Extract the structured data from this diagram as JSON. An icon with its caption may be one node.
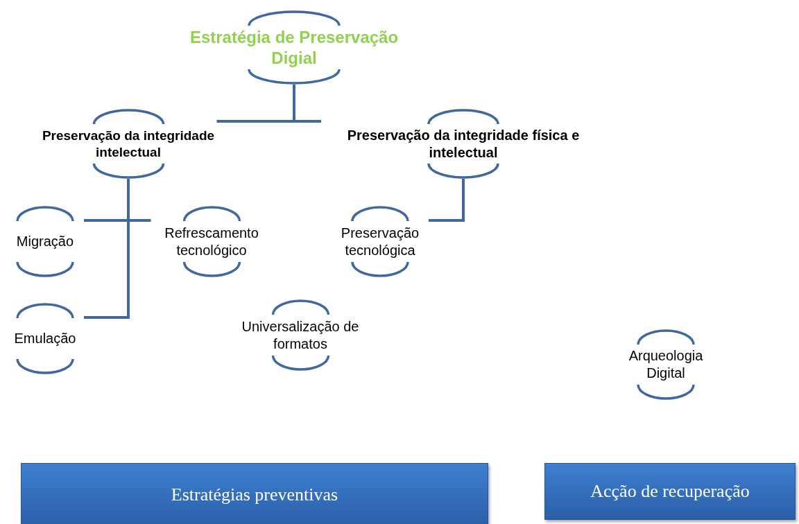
{
  "diagram": {
    "nodes": [
      {
        "text": [
          "Estratégia de Preservação Digial"
        ]
      },
      {
        "text": [
          "Preservação da integridade intelectual"
        ]
      },
      {
        "text": [
          "Preservação da integridade física e intelectual"
        ]
      },
      {
        "text": [
          "Migração"
        ]
      },
      {
        "text": [
          "Refrescamento tecnológico"
        ]
      },
      {
        "text": [
          "Preservação tecnológica"
        ]
      },
      {
        "text": [
          "Emulação"
        ]
      },
      {
        "text": [
          "Universalização de formatos"
        ]
      },
      {
        "text": [
          "Arqueologia Digital"
        ]
      },
      {
        "text": [
          "Estratégias preventivas"
        ]
      },
      {
        "text": [
          "Acção de recuperação"
        ]
      }
    ],
    "edges": [
      {
        "from": 0,
        "to": 1,
        "arrow": "none"
      },
      {
        "from": 0,
        "to": 2,
        "arrow": "none"
      },
      {
        "from": 1,
        "to": 3,
        "arrow": "none"
      },
      {
        "from": 1,
        "to": 4,
        "arrow": "none"
      },
      {
        "from": 1,
        "to": 6,
        "arrow": "none"
      },
      {
        "from": 2,
        "to": 5,
        "arrow": "none"
      }
    ]
  }
}
